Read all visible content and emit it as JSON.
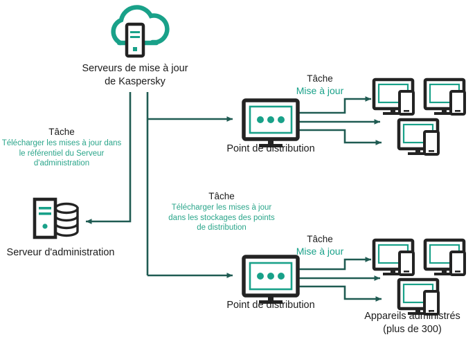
{
  "diagram": {
    "title_source": "Serveurs de mise à jour\nde Kaspersky",
    "colors": {
      "teal": "#19a189",
      "teal_text": "#2aa58a",
      "line": "#1f5b52",
      "dark": "#232323",
      "text_dark": "#1b1b1b"
    },
    "nodes": {
      "cloud_update_servers": {
        "label": "Serveurs de mise à jour\nde Kaspersky",
        "icon": "cloud-server-icon"
      },
      "administration_server": {
        "label": "Serveur d'administration",
        "icon": "server-database-icon"
      },
      "distribution_point_top": {
        "label": "Point de distribution",
        "icon": "monitor-dots-icon"
      },
      "distribution_point_bottom": {
        "label": "Point de distribution",
        "icon": "monitor-dots-icon"
      },
      "managed_devices": {
        "label": "Appareils administrés\n(plus de 300)",
        "icon": "monitor-phone-icon"
      }
    },
    "tasks": {
      "download_to_admin_repo": {
        "heading": "Tâche",
        "body": "Télécharger les mises à jour dans\nle référentiel du Serveur\nd'administration"
      },
      "download_to_dp_storage": {
        "heading": "Tâche",
        "body": "Télécharger les mises à jour\ndans les stockages des points\nde distribution"
      },
      "update_top": {
        "heading": "Tâche",
        "body": "Mise à jour"
      },
      "update_bottom": {
        "heading": "Tâche",
        "body": "Mise à jour"
      }
    }
  }
}
